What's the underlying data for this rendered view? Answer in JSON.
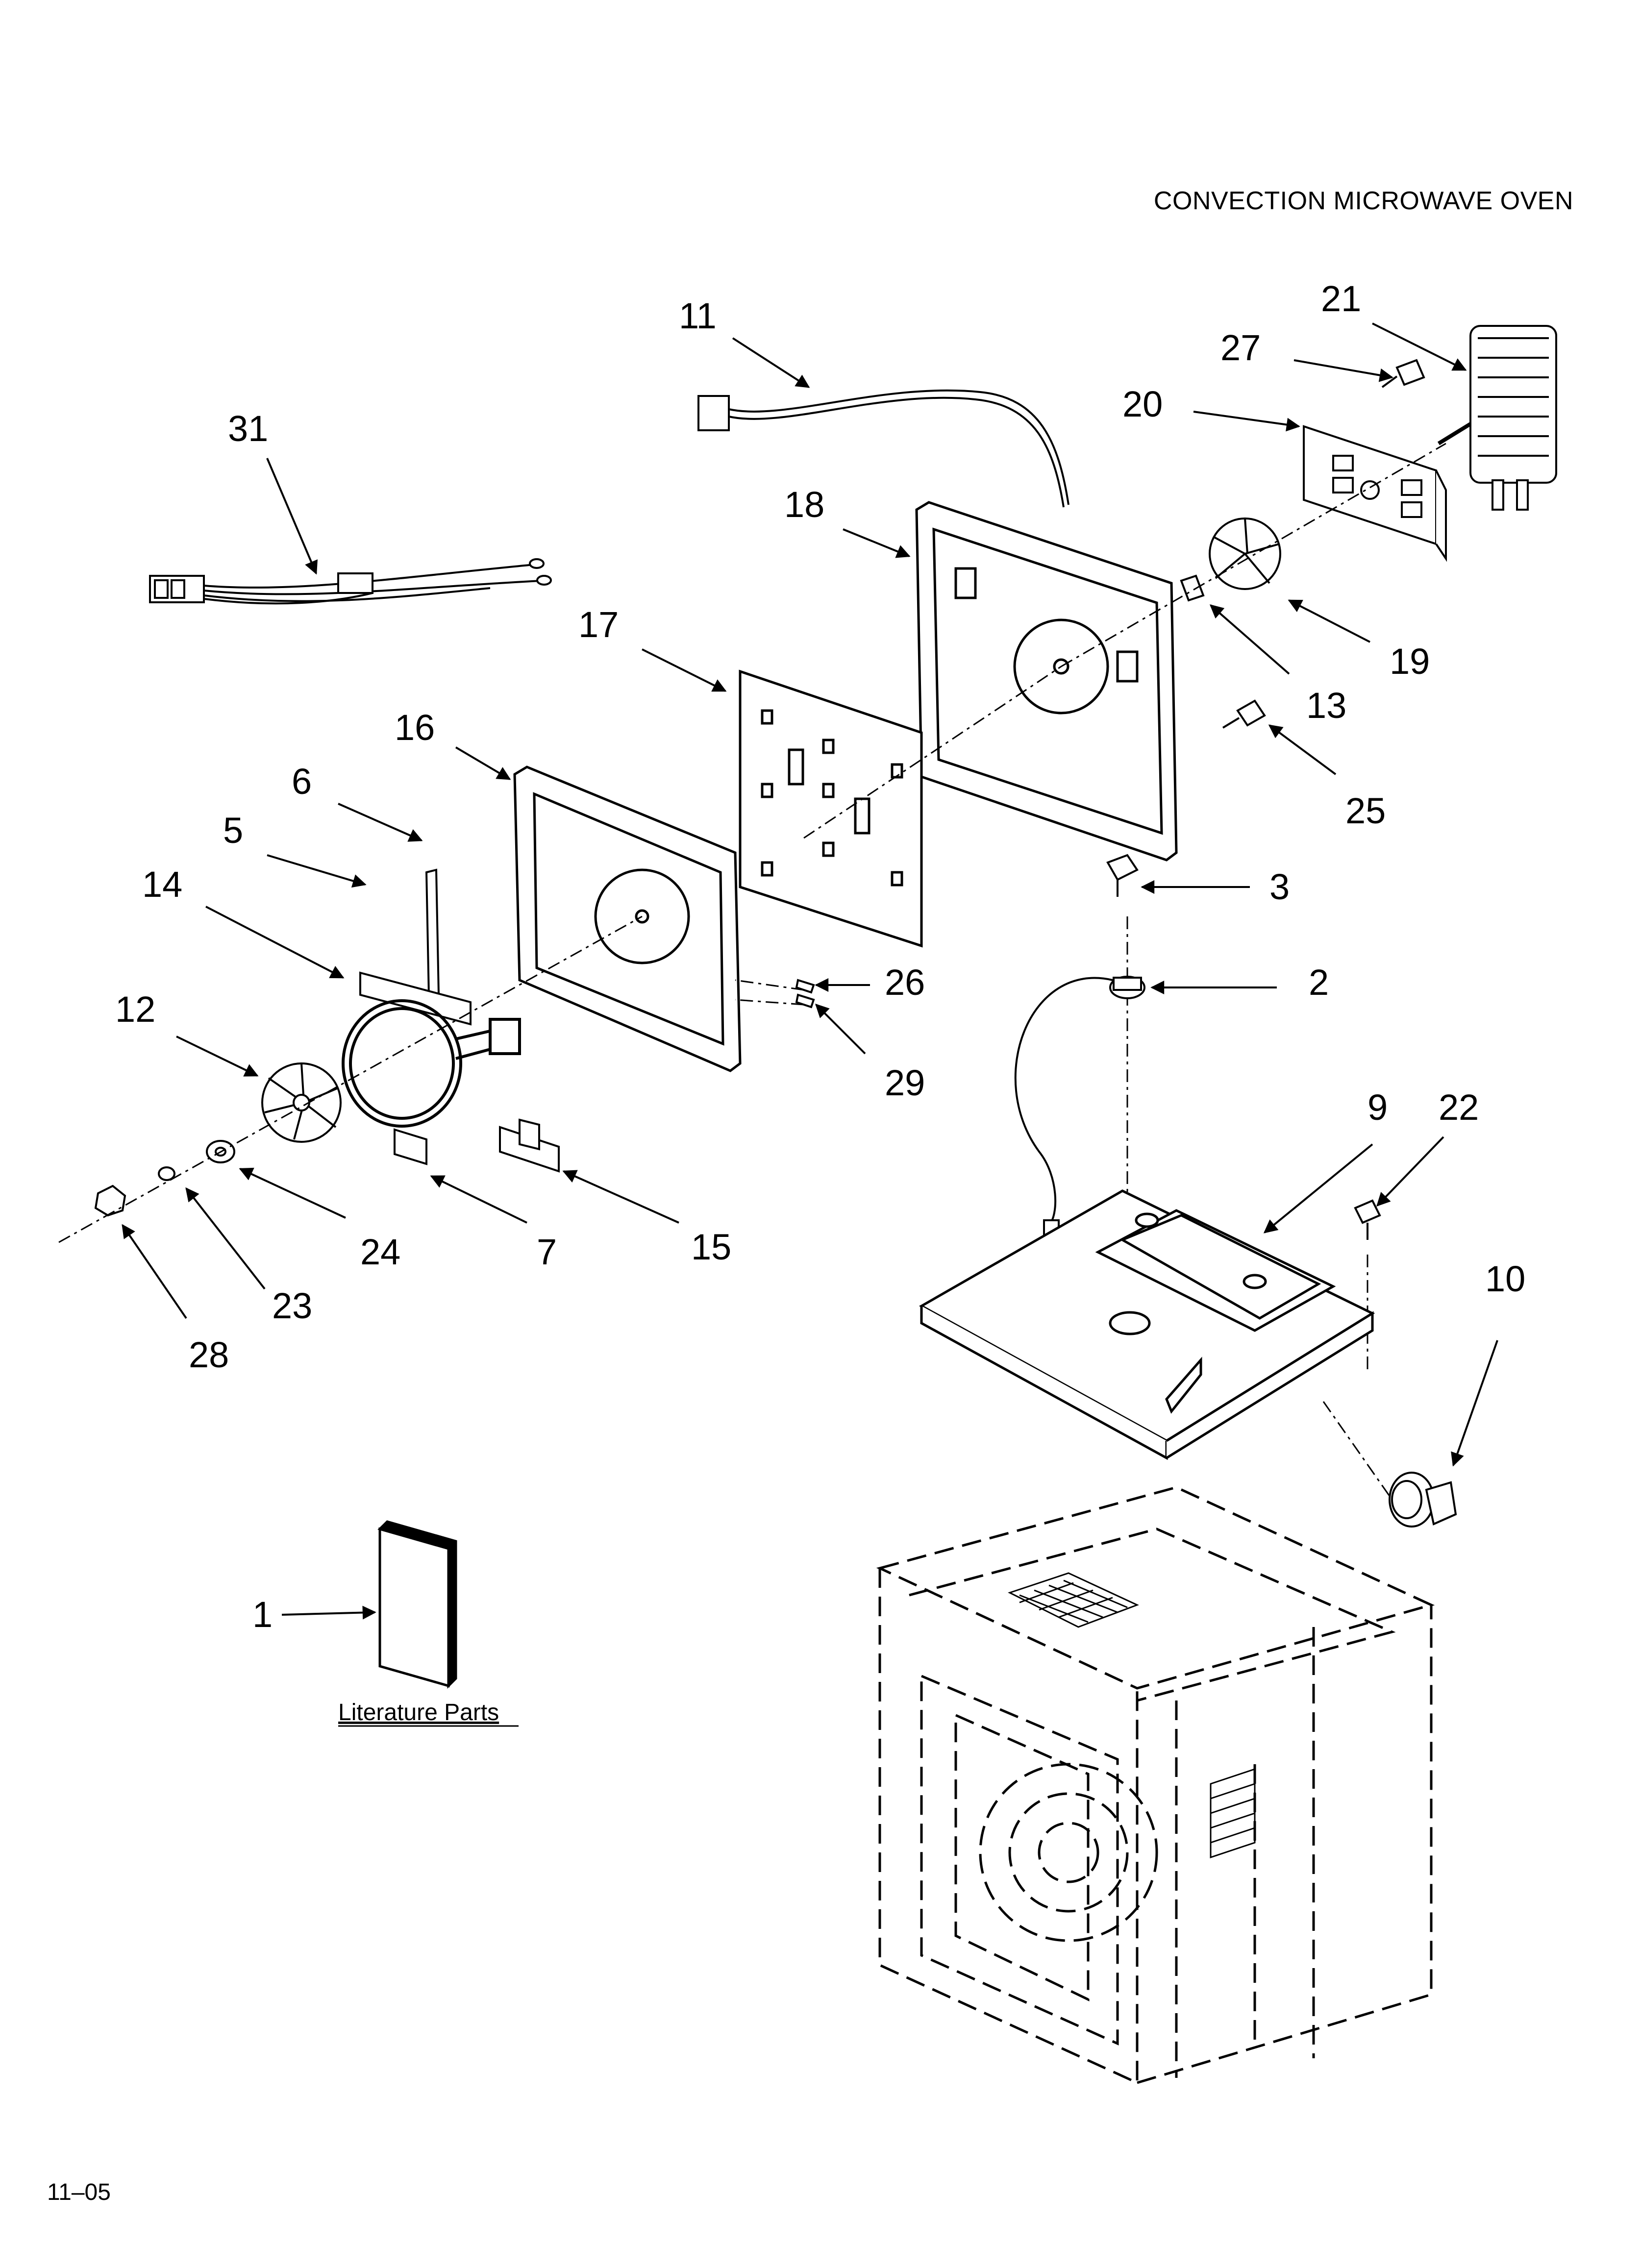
{
  "header": {
    "title": "CONVECTION MICROWAVE OVEN"
  },
  "footer": {
    "code": "11–05"
  },
  "literature": {
    "label": "Literature Parts"
  },
  "callouts": [
    {
      "id": "31",
      "label": "31"
    },
    {
      "id": "11",
      "label": "11"
    },
    {
      "id": "21",
      "label": "21"
    },
    {
      "id": "27",
      "label": "27"
    },
    {
      "id": "20",
      "label": "20"
    },
    {
      "id": "18",
      "label": "18"
    },
    {
      "id": "17",
      "label": "17"
    },
    {
      "id": "19",
      "label": "19"
    },
    {
      "id": "13",
      "label": "13"
    },
    {
      "id": "25",
      "label": "25"
    },
    {
      "id": "16",
      "label": "16"
    },
    {
      "id": "6",
      "label": "6"
    },
    {
      "id": "5",
      "label": "5"
    },
    {
      "id": "14",
      "label": "14"
    },
    {
      "id": "3",
      "label": "3"
    },
    {
      "id": "26",
      "label": "26"
    },
    {
      "id": "2",
      "label": "2"
    },
    {
      "id": "12",
      "label": "12"
    },
    {
      "id": "29",
      "label": "29"
    },
    {
      "id": "9",
      "label": "9"
    },
    {
      "id": "22",
      "label": "22"
    },
    {
      "id": "24",
      "label": "24"
    },
    {
      "id": "7",
      "label": "7"
    },
    {
      "id": "15",
      "label": "15"
    },
    {
      "id": "10",
      "label": "10"
    },
    {
      "id": "23",
      "label": "23"
    },
    {
      "id": "28",
      "label": "28"
    },
    {
      "id": "1",
      "label": "1"
    }
  ]
}
